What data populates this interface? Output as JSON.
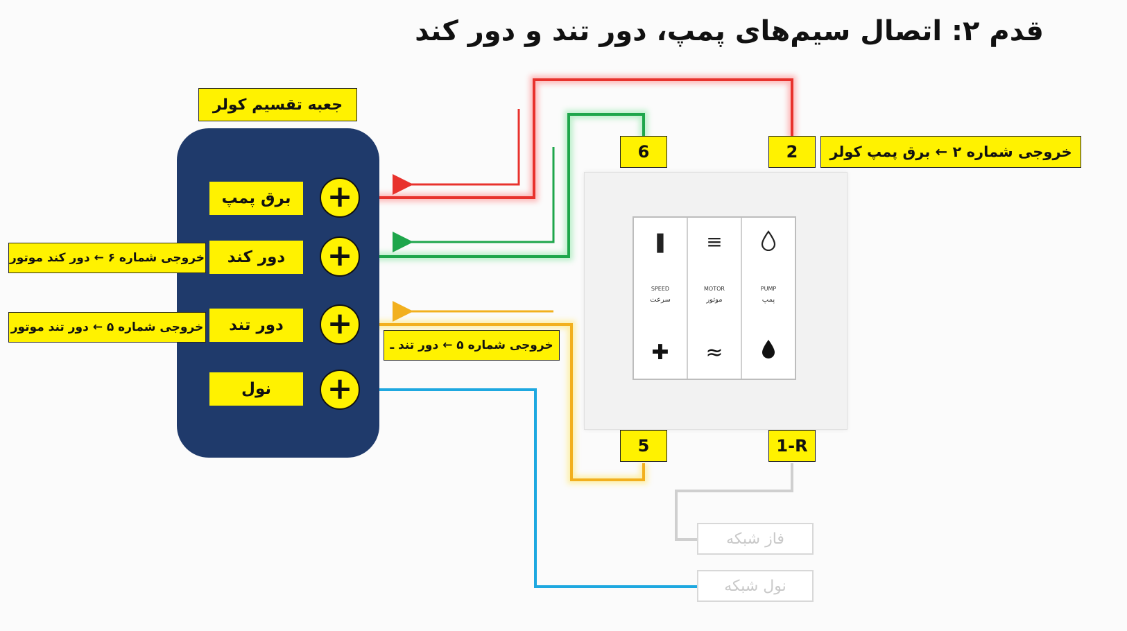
{
  "title": "قدم ۲: اتصال سیم‌های پمپ، دور تند و دور کند",
  "box_title": "جعبه تقسیم کولر",
  "terminals": [
    {
      "label": "برق پمپ",
      "plus": "+"
    },
    {
      "label": "دور کند",
      "plus": "+"
    },
    {
      "label": "دور تند",
      "plus": "+"
    },
    {
      "label": "نول",
      "plus": "+"
    }
  ],
  "left_notes": {
    "slow": "خروجی شماره ۶ ← دور کند موتور",
    "fast": "خروجی شماره ۵ ← دور تند موتور"
  },
  "middle_note": "خروجی شماره ۵ ← دور تند ـ",
  "pump_note": "خروجی شماره ۲ ← برق پمپ کولر",
  "switch_terminals": {
    "t6": "6",
    "t2": "2",
    "t5": "5",
    "t1r": "1-R"
  },
  "switch_keys": [
    {
      "en": "SPEED",
      "fa": "سرعت",
      "top_icon": "exclamation-icon",
      "bottom_icon": "fan-icon"
    },
    {
      "en": "MOTOR",
      "fa": "موتور",
      "top_icon": "menu-lines-icon",
      "bottom_icon": "waves-icon"
    },
    {
      "en": "PUMP",
      "fa": "پمپ",
      "top_icon": "drop-outline-icon",
      "bottom_icon": "drop-filled-icon"
    }
  ],
  "mains": {
    "phase": "فاز شبکه",
    "neutral": "نول شبکه"
  },
  "colors": {
    "pump_wire": "#e8322d",
    "slow_wire": "#1ea64b",
    "fast_wire": "#f2b01e",
    "neutral_wire": "#1ea8e0",
    "phase_wire": "#cfcfcf",
    "label_yellow": "#fff200",
    "box_navy": "#1f3a6b"
  }
}
